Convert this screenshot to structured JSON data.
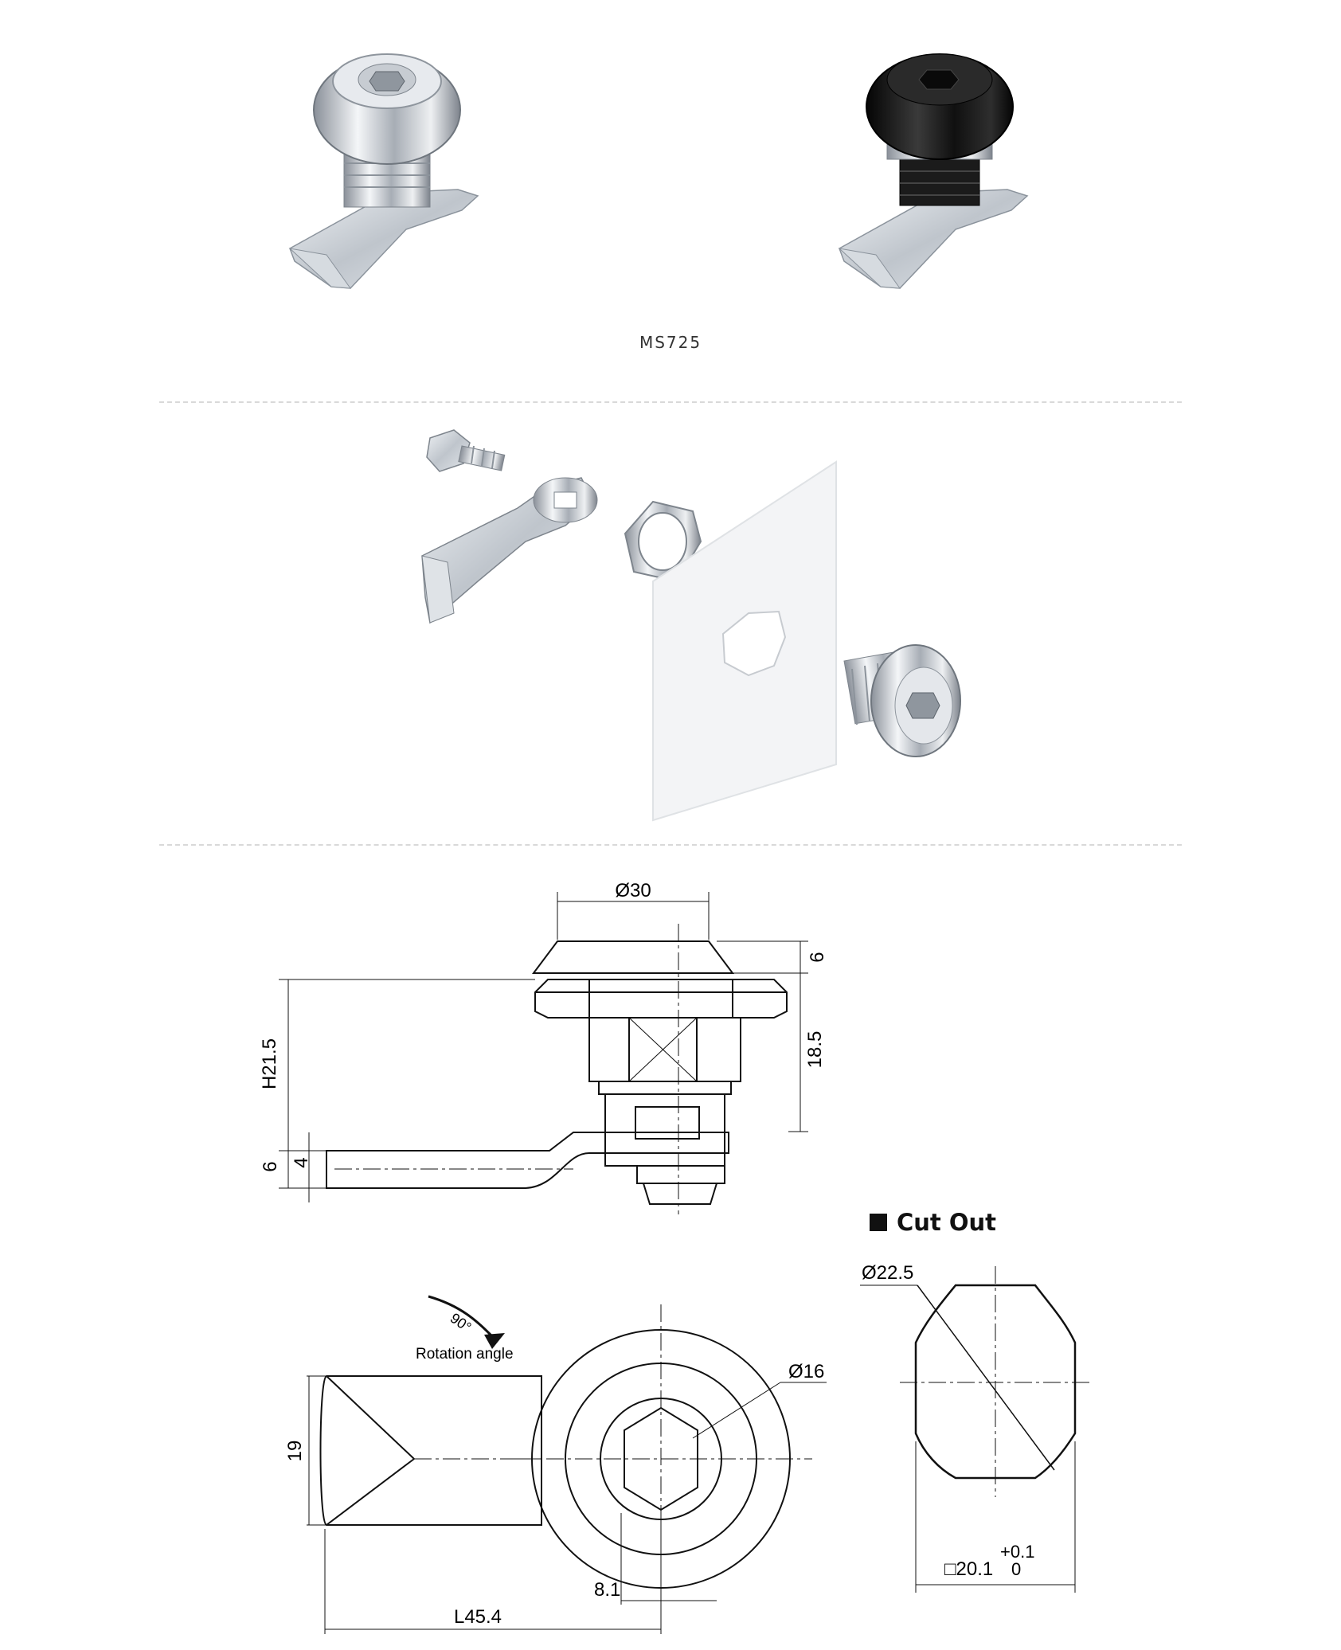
{
  "model": {
    "label": "MS725"
  },
  "cutout": {
    "title": "Cut Out"
  },
  "dimensions": {
    "diameter_head": "Ø30",
    "head_height": "6",
    "height_h": "H21.5",
    "body_height": "18.5",
    "cam_thickness": "6",
    "cam_tip": "4",
    "cam_width": "19",
    "inner_diameter": "Ø16",
    "offset": "8.1",
    "length": "L45.4",
    "cutout_diameter": "Ø22.5",
    "cutout_square": "□20.1",
    "tol_plus": "+0.1",
    "tol_zero": "0"
  },
  "rotation": {
    "angle": "90°",
    "label": "Rotation angle"
  },
  "colors": {
    "chrome": "#c8ccd2",
    "black_finish": "#1a1a1a",
    "line": "#111111",
    "divider": "#d9d9d9"
  }
}
